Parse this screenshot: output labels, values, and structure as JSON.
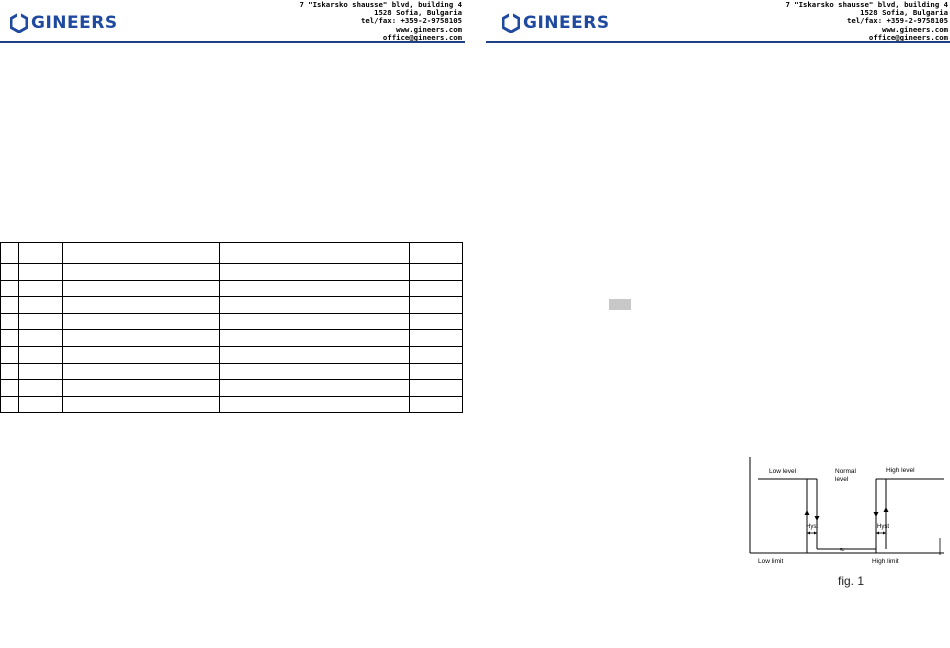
{
  "brand": {
    "name": "GINEERS",
    "color": "#1f4aa0",
    "rule_color": "#1f3f86"
  },
  "address": {
    "line1": "7 \"Iskarsko shausse\" blvd, building 4",
    "line2": "1528 Sofia, Bulgaria",
    "line3": "tel/fax: +359-2-9758105",
    "line4": "www.gineers.com",
    "line5": "office@gineers.com"
  },
  "table": {
    "rows": 10,
    "columns": 5
  },
  "figure": {
    "low_level": "Low level",
    "normal_level_1": "Normal",
    "normal_level_2": "level",
    "high_level": "High level",
    "hyst_left": "Hyst",
    "hyst_right": "Hyst",
    "low_limit": "Low limit",
    "high_limit": "High limit",
    "caption": "fig. 1"
  }
}
